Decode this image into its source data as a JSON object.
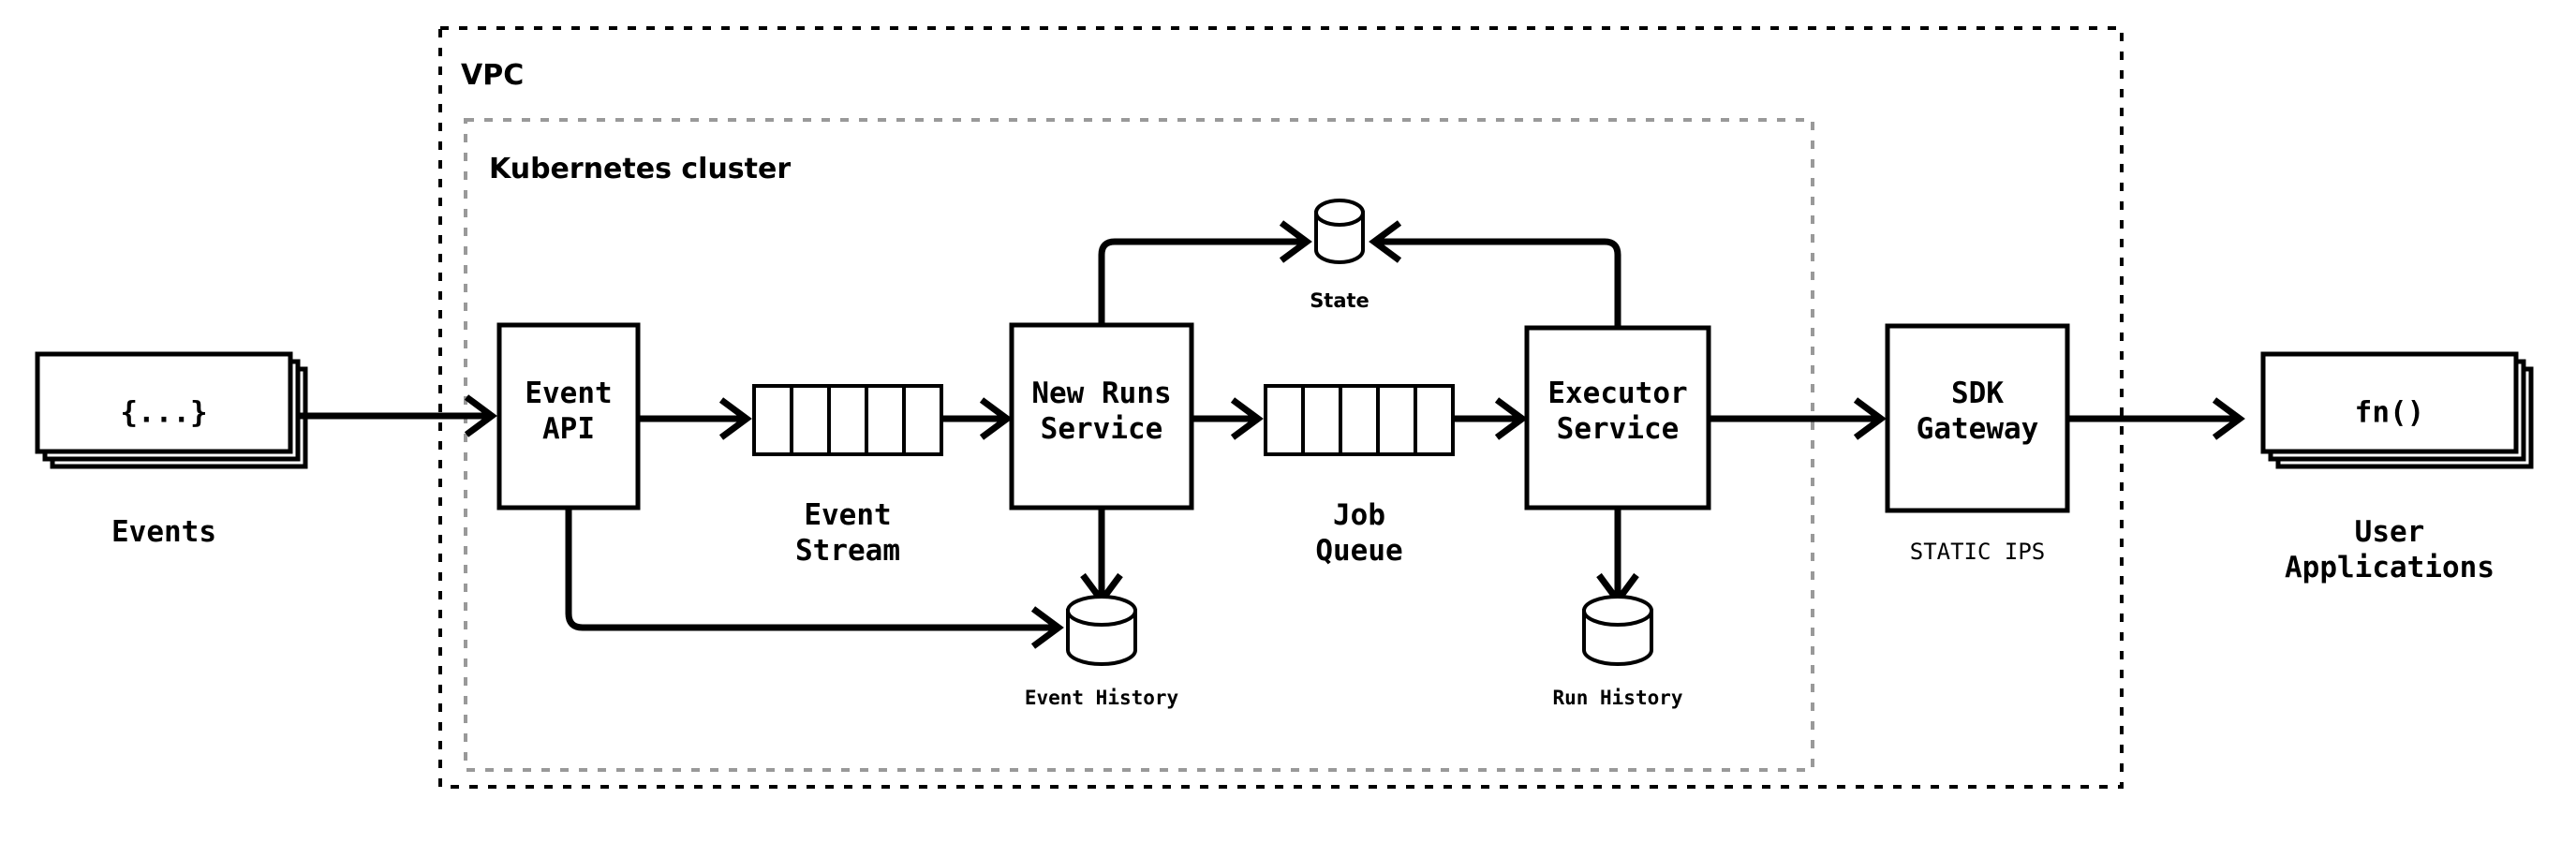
{
  "diagram": {
    "title": "Event-driven durable execution architecture",
    "zones": [
      {
        "id": "vpc",
        "label": "VPC",
        "border_color": "#000000",
        "border_style": "dashed"
      },
      {
        "id": "k8s",
        "label": "Kubernetes cluster",
        "border_color": "#999999",
        "border_style": "dashed"
      }
    ],
    "nodes": [
      {
        "id": "events",
        "label": "{...}",
        "caption": "Events",
        "shape": "stacked-rect"
      },
      {
        "id": "event-api",
        "label": "Event\nAPI",
        "caption": "",
        "shape": "rect"
      },
      {
        "id": "event-stream",
        "label": "",
        "caption": "Event\nStream",
        "shape": "queue",
        "cells": 5
      },
      {
        "id": "new-runs",
        "label": "New Runs\nService",
        "caption": "",
        "shape": "rect"
      },
      {
        "id": "job-queue",
        "label": "",
        "caption": "Job\nQueue",
        "shape": "queue",
        "cells": 5
      },
      {
        "id": "executor",
        "label": "Executor\nService",
        "caption": "",
        "shape": "rect"
      },
      {
        "id": "sdk-gateway",
        "label": "SDK\nGateway",
        "caption": "STATIC IPS",
        "shape": "rect"
      },
      {
        "id": "user-apps",
        "label": "fn()",
        "caption": "User\nApplications",
        "shape": "stacked-rect"
      },
      {
        "id": "state",
        "label": "",
        "caption": "State",
        "shape": "cylinder"
      },
      {
        "id": "event-history",
        "label": "",
        "caption": "Event History",
        "shape": "cylinder"
      },
      {
        "id": "run-history",
        "label": "",
        "caption": "Run History",
        "shape": "cylinder"
      }
    ],
    "edges": [
      {
        "from": "events",
        "to": "event-api",
        "style": "solid",
        "arrow": "end"
      },
      {
        "from": "event-api",
        "to": "event-stream",
        "style": "solid",
        "arrow": "end"
      },
      {
        "from": "event-stream",
        "to": "new-runs",
        "style": "solid",
        "arrow": "end"
      },
      {
        "from": "new-runs",
        "to": "job-queue",
        "style": "solid",
        "arrow": "end"
      },
      {
        "from": "job-queue",
        "to": "executor",
        "style": "solid",
        "arrow": "end"
      },
      {
        "from": "executor",
        "to": "sdk-gateway",
        "style": "solid",
        "arrow": "end"
      },
      {
        "from": "sdk-gateway",
        "to": "user-apps",
        "style": "solid",
        "arrow": "end"
      },
      {
        "from": "new-runs",
        "to": "state",
        "style": "elbow",
        "arrow": "end"
      },
      {
        "from": "executor",
        "to": "state",
        "style": "elbow",
        "arrow": "end"
      },
      {
        "from": "new-runs",
        "to": "event-history",
        "style": "solid",
        "arrow": "end"
      },
      {
        "from": "event-api",
        "to": "event-history",
        "style": "elbow",
        "arrow": "end"
      },
      {
        "from": "executor",
        "to": "run-history",
        "style": "solid",
        "arrow": "end"
      }
    ],
    "labels": {
      "events_body": "{...}",
      "events_caption": "Events",
      "event_api_line1": "Event",
      "event_api_line2": "API",
      "event_stream_line1": "Event",
      "event_stream_line2": "Stream",
      "new_runs_line1": "New Runs",
      "new_runs_line2": "Service",
      "job_queue_line1": "Job",
      "job_queue_line2": "Queue",
      "executor_line1": "Executor",
      "executor_line2": "Service",
      "sdk_line1": "SDK",
      "sdk_line2": "Gateway",
      "static_ips": "STATIC IPS",
      "user_apps_body": "fn()",
      "user_apps_line1": "User",
      "user_apps_line2": "Applications",
      "state_caption": "State",
      "event_history_caption": "Event History",
      "run_history_caption": "Run History",
      "vpc": "VPC",
      "k8s": "Kubernetes cluster"
    },
    "colors": {
      "stroke": "#000000",
      "fill": "#ffffff",
      "k8s_border": "#999999",
      "background": "#ffffff"
    }
  }
}
